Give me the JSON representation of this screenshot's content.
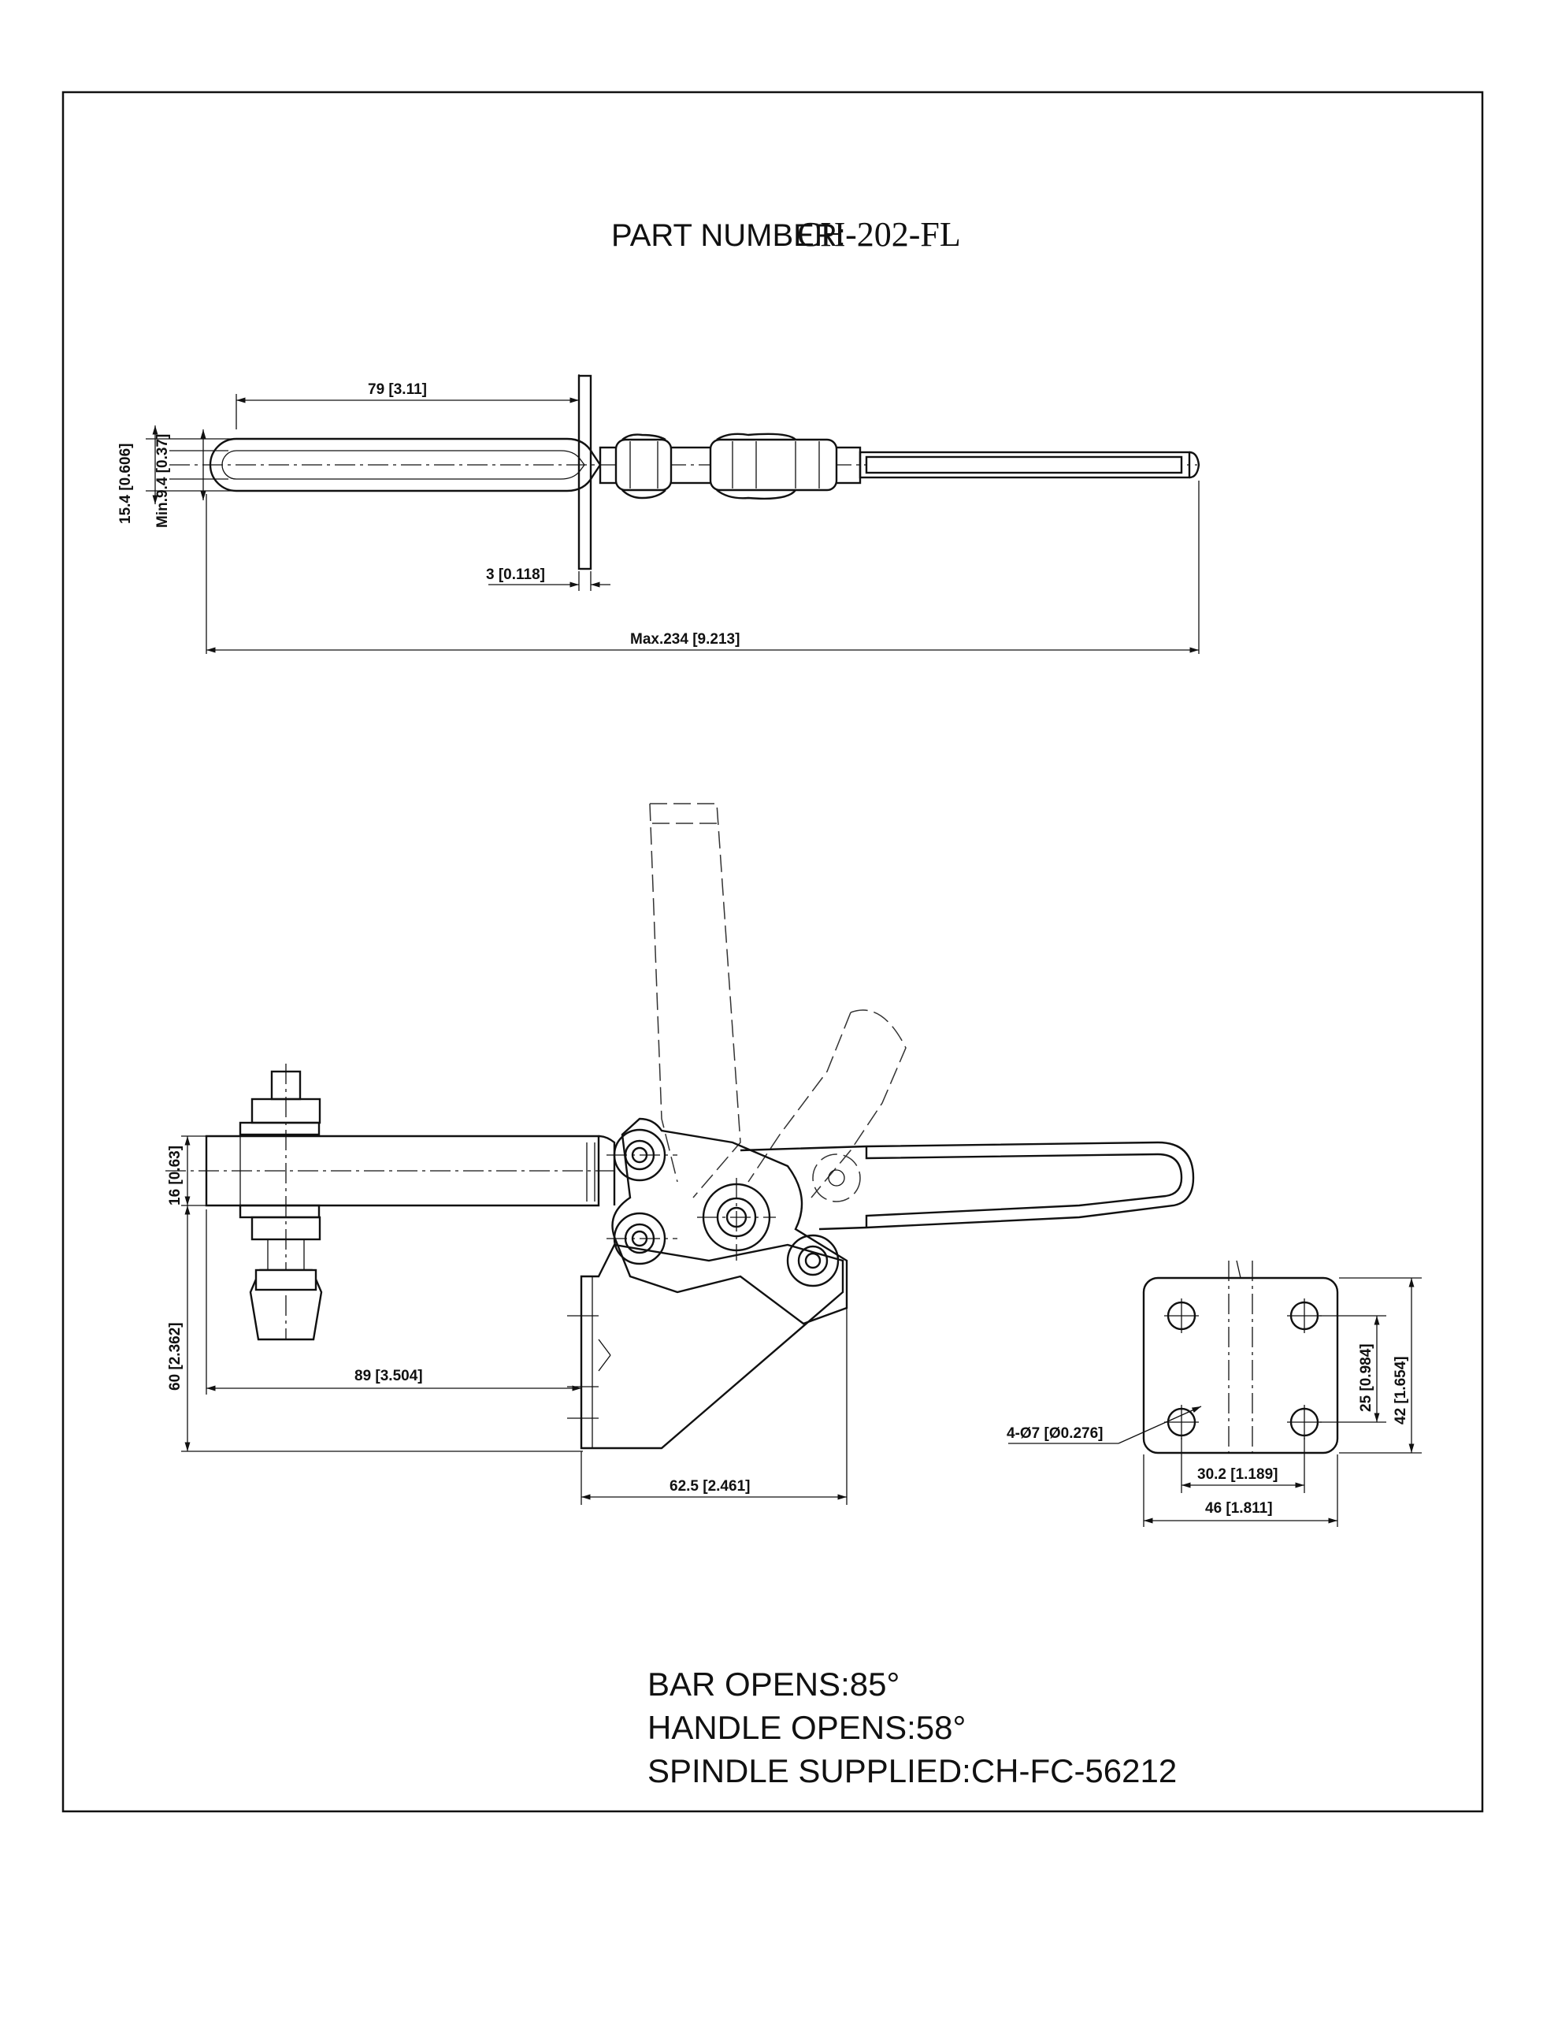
{
  "title": {
    "label": "PART NUMBER:",
    "value": "CH-202-FL"
  },
  "top_view": {
    "dimensions": {
      "handle_length": "79 [3.11]",
      "bar_width": "15.4 [0.606]",
      "slot_min": "Min.9.4 [0.37]",
      "plate_thickness": "3 [0.118]",
      "overall_length": "Max.234 [9.213]"
    }
  },
  "side_view": {
    "dimensions": {
      "bar_thickness": "16 [0.63]",
      "height": "60 [2.362]",
      "reach": "89 [3.504]",
      "base_length": "62.5 [2.461]"
    }
  },
  "base_view": {
    "dimensions": {
      "holes": "4-Ø7 [Ø0.276]",
      "hole_spacing_y": "25 [0.984]",
      "height": "42 [1.654]",
      "hole_spacing_x": "30.2 [1.189]",
      "width": "46 [1.811]"
    }
  },
  "notes": [
    "BAR OPENS:85°",
    "HANDLE OPENS:58°",
    "SPINDLE SUPPLIED:CH-FC-56212"
  ]
}
